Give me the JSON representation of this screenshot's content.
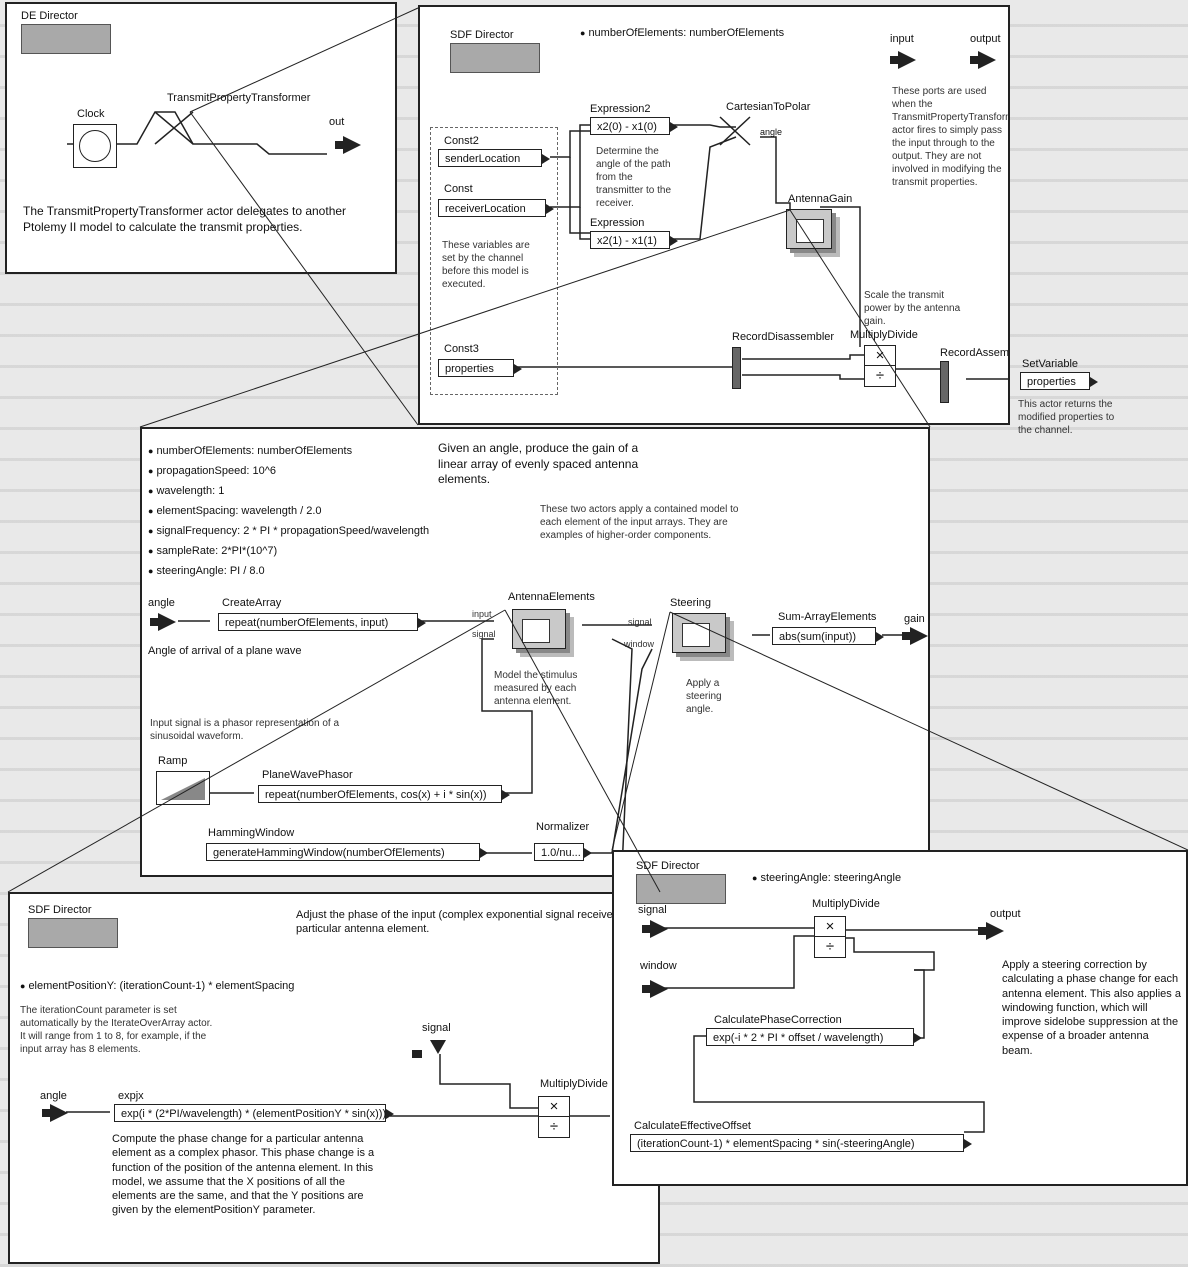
{
  "panel1": {
    "director": "DE Director",
    "clock": "Clock",
    "transformer": "TransmitPropertyTransformer",
    "out": "out",
    "note": "The TransmitPropertyTransformer actor delegates to another Ptolemy II model to calculate the transmit properties."
  },
  "panel2": {
    "director": "SDF Director",
    "param": "numberOfElements: numberOfElements",
    "input": "input",
    "output": "output",
    "ports_note": "These ports are used when the TransmitPropertyTransformer actor fires to simply pass the input through to the output. They are not involved in modifying the transmit properties.",
    "const2": "Const2",
    "sender": "senderLocation",
    "const": "Const",
    "receiver": "receiverLocation",
    "const_note": "These variables are set by the channel before this model is executed.",
    "const3": "Const3",
    "properties": "properties",
    "expression2": "Expression2",
    "expr2": "x2(0) - x1(0)",
    "angle_note": "Determine the angle of the path from the transmitter to the receiver.",
    "expression": "Expression",
    "expr1": "x2(1) - x1(1)",
    "cartesian": "CartesianToPolar",
    "angle": "angle",
    "antenna_gain": "AntennaGain",
    "scale_note": "Scale the transmit power by the antenna gain.",
    "disassembler": "RecordDisassembler",
    "multiply": "MultiplyDivide",
    "assembler": "RecordAssembler",
    "setvar": "SetVariable",
    "setvar_prop": "properties",
    "setvar_note": "This actor returns the modified properties to the channel."
  },
  "panel3": {
    "params": [
      "numberOfElements: numberOfElements",
      "propagationSpeed: 10^6",
      "wavelength: 1",
      "elementSpacing: wavelength / 2.0",
      "signalFrequency: 2 * PI * propagationSpeed/wavelength",
      "sampleRate: 2*PI*(10^7)",
      "steeringAngle: PI / 8.0"
    ],
    "title_note": "Given an angle, produce the gain of a linear array of evenly spaced antenna elements.",
    "composite_note": "These two actors apply a contained model to each element of the input arrays. They are examples of higher-order components.",
    "angle": "angle",
    "create_array": "CreateArray",
    "create_expr": "repeat(numberOfElements, input)",
    "angle_note": "Angle of arrival of a plane wave",
    "antenna_elements": "AntennaElements",
    "port_input": "input",
    "port_signal": "signal",
    "model_note": "Model the stimulus measured by each antenna element.",
    "steering": "Steering",
    "port_signal2": "signal",
    "port_window": "window",
    "steer_note": "Apply a steering angle.",
    "sum_label": "Sum-ArrayElements",
    "sum_expr": "abs(sum(input))",
    "gain": "gain",
    "phasor_note": "Input signal is a phasor representation of a sinusoidal waveform.",
    "ramp": "Ramp",
    "plane_wave": "PlaneWavePhasor",
    "plane_expr": "repeat(numberOfElements, cos(x) + i * sin(x))",
    "hamming": "HammingWindow",
    "hamming_expr": "generateHammingWindow(numberOfElements)",
    "normalizer": "Normalizer",
    "norm_expr": "1.0/nu..."
  },
  "panel4": {
    "director": "SDF Director",
    "note": "Adjust the phase of the input (complex exponential signal received at a particular antenna element.",
    "param": "elementPositionY: (iterationCount-1) * elementSpacing",
    "iter_note": "The iterationCount parameter is set automatically by the IterateOverArray actor. It will range from 1 to 8, for example, if the input array has 8 elements.",
    "signal": "signal",
    "angle": "angle",
    "expjx": "expjx",
    "expjx_expr": "exp(i * (2*PI/wavelength) * (elementPositionY * sin(x)))",
    "multiply": "MultiplyDivide",
    "compute_note": "Compute the phase change for a particular antenna element as a complex phasor. This phase change is a function of the position of the antenna element. In this model, we assume that the X positions of all the elements are the same, and that the Y positions are given by the elementPositionY parameter."
  },
  "panel5": {
    "director": "SDF Director",
    "param": "steeringAngle: steeringAngle",
    "signal": "signal",
    "window": "window",
    "multiply": "MultiplyDivide",
    "output": "output",
    "note": "Apply a steering correction by calculating a phase change for each antenna element. This also applies a windowing function, which will improve sidelobe suppression at the expense of a broader antenna beam.",
    "phase_corr": "CalculatePhaseCorrection",
    "phase_expr": "exp(-i * 2 * PI * offset / wavelength)",
    "eff_offset": "CalculateEffectiveOffset",
    "eff_expr": "(iterationCount-1) * elementSpacing * sin(-steeringAngle)"
  }
}
